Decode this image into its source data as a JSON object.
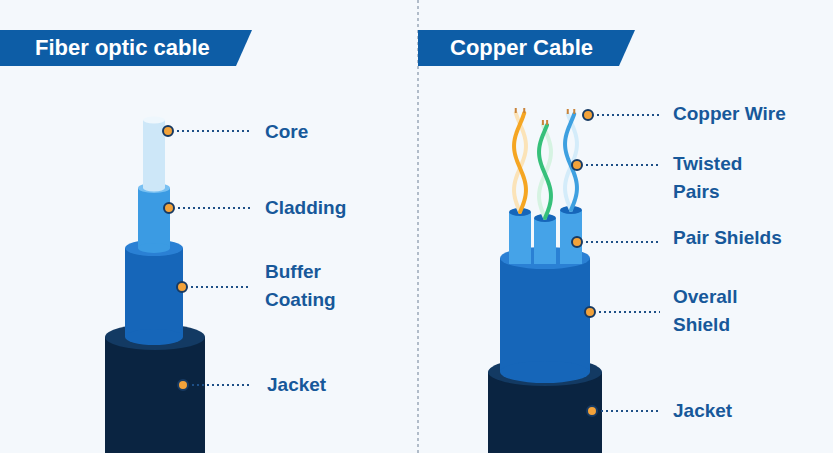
{
  "diagram": {
    "nodes": [
      {
        "text": [
          "Fiber optic cable"
        ]
      },
      {
        "text": [
          "Copper Cable"
        ]
      }
    ],
    "labels": [
      "Core",
      "Cladding",
      "Buffer Coating",
      "Jacket",
      "Copper Wire",
      "Twisted Pairs",
      "Pair Shields",
      "Overall Shield",
      "Jacket"
    ]
  }
}
